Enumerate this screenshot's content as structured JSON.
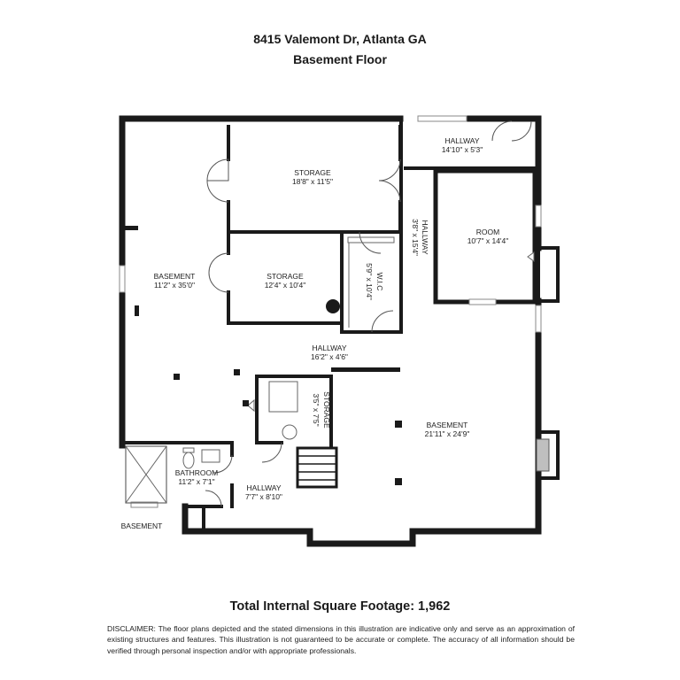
{
  "title": {
    "address": "8415 Valemont Dr, Atlanta GA",
    "floor": "Basement Floor"
  },
  "rooms": {
    "hallway_top": {
      "name": "HALLWAY",
      "dims": "14'10\" x 5'3\""
    },
    "storage_top": {
      "name": "STORAGE",
      "dims": "18'8\" x 11'5\""
    },
    "hallway_vertical": {
      "name": "HALLWAY",
      "dims": "3'8\" x 15'4\""
    },
    "room": {
      "name": "ROOM",
      "dims": "10'7\" x 14'4\""
    },
    "basement_left": {
      "name": "BASEMENT",
      "dims": "11'2\" x 35'0\""
    },
    "storage_mid": {
      "name": "STORAGE",
      "dims": "12'4\" x 10'4\""
    },
    "wic": {
      "name": "W.I.C",
      "dims": "5'9\" x 10'4\""
    },
    "hallway_mid": {
      "name": "HALLWAY",
      "dims": "16'2\" x 4'6\""
    },
    "storage_small": {
      "name": "STORAGE",
      "dims": "3'5\" x 7'5\""
    },
    "basement_main": {
      "name": "BASEMENT",
      "dims": "21'11\" x 24'9\""
    },
    "bathroom": {
      "name": "BATHROOM",
      "dims": "11'2\" x 7'1\""
    },
    "hallway_bottom": {
      "name": "HALLWAY",
      "dims": "7'7\" x 8'10\""
    },
    "basement_outside": {
      "name": "BASEMENT"
    }
  },
  "footer": {
    "total": "Total Internal Square Footage: 1,962",
    "disclaimer": "DISCLAIMER: The floor plans depicted and the stated dimensions in this illustration are indicative only and serve as an approximation of existing structures and features. This illustration is not guaranteed to be accurate or complete. The accuracy of all information should be verified through personal inspection and/or with appropriate professionals."
  },
  "colors": {
    "wall": "#1a1a1a",
    "background": "#ffffff",
    "fixture": "#666666"
  }
}
